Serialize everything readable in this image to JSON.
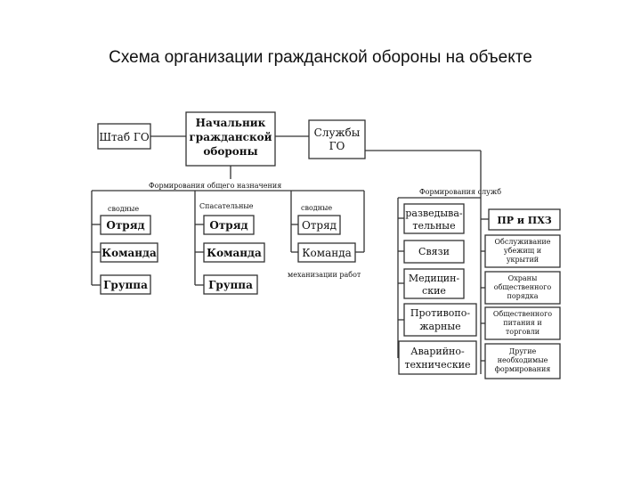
{
  "title": "Схема организации гражданской обороны на объекте",
  "diagram": {
    "shtab": "Штаб ГО",
    "chief": [
      "Начальник",
      "гражданской",
      "обороны"
    ],
    "services": [
      "Службы",
      "ГО"
    ],
    "general_formations": "Формирования общего назначения",
    "service_formations": "Формирования служб",
    "groups": {
      "combined1": "сводные",
      "rescue": "Спасательные",
      "combined2": "сводные",
      "mechanization": "механизации работ"
    },
    "units": {
      "otryad": "Отряд",
      "komanda": "Команда",
      "gruppa": "Группа"
    },
    "service_list_left": [
      [
        "разведыва-",
        "тельные"
      ],
      [
        "Связи"
      ],
      [
        "Медицин-",
        "ские"
      ],
      [
        "Противопо-",
        "жарные"
      ],
      [
        "Аварийно-",
        "технические"
      ]
    ],
    "service_list_right": [
      [
        "ПР и ПХЗ"
      ],
      [
        "Обслуживание",
        "убежищ и",
        "укрытий"
      ],
      [
        "Охраны",
        "общественного",
        "порядка"
      ],
      [
        "Общественного",
        "питания и",
        "торговли"
      ],
      [
        "Другие",
        "необходимые",
        "формирования"
      ]
    ]
  }
}
